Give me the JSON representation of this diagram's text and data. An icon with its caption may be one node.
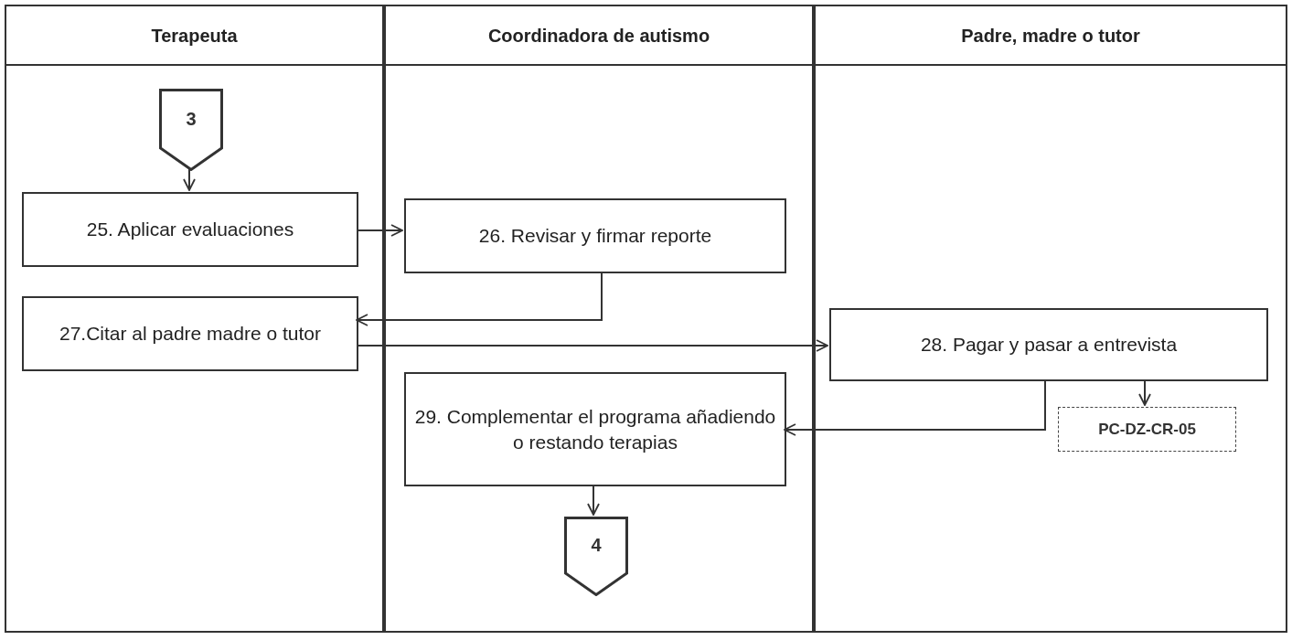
{
  "diagram": {
    "nodes": [
      {
        "text": [
          "Terapeuta"
        ]
      },
      {
        "text": [
          "Coordinadora de autismo"
        ]
      },
      {
        "text": [
          "Padre, madre o tutor"
        ]
      },
      {
        "text": [
          "3"
        ],
        "in": 0
      },
      {
        "text": [
          "25. Aplicar evaluaciones"
        ],
        "in": 0
      },
      {
        "text": [
          "26. Revisar y firmar reporte"
        ],
        "in": 1
      },
      {
        "text": [
          "27.Citar al padre madre o tutor"
        ],
        "in": 0
      },
      {
        "text": [
          "28. Pagar y pasar a entrevista"
        ],
        "in": 2
      },
      {
        "text": [
          "PC-DZ-CR-05"
        ],
        "in": 2
      },
      {
        "text": [
          "29. Complementar el programa añadiendo o restando terapias"
        ],
        "in": 1
      },
      {
        "text": [
          "4"
        ],
        "in": 1
      }
    ],
    "edges": [
      {
        "from": 3,
        "to": 4,
        "arrow": "to"
      },
      {
        "from": 4,
        "to": 5,
        "arrow": "to"
      },
      {
        "from": 5,
        "to": 6,
        "arrow": "to"
      },
      {
        "from": 6,
        "to": 7,
        "arrow": "to"
      },
      {
        "from": 7,
        "to": 8,
        "arrow": "to"
      },
      {
        "from": 7,
        "to": 9,
        "arrow": "to"
      },
      {
        "from": 9,
        "to": 10,
        "arrow": "to"
      }
    ]
  }
}
